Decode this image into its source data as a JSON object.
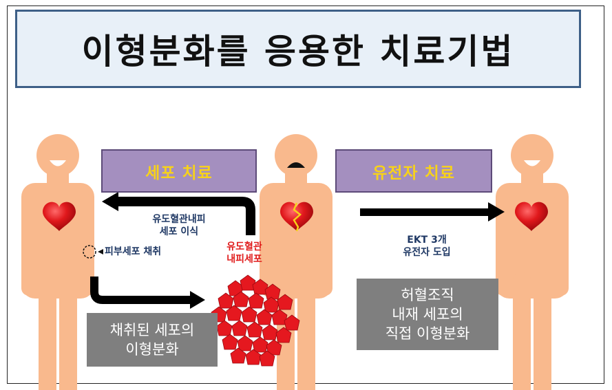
{
  "title": "이형분화를 응용한 치료기법",
  "cell_therapy": "세포 치료",
  "gene_therapy": "유전자 치료",
  "transplant_label": [
    "유도혈관내피",
    "세포 이식"
  ],
  "induced_cells_label": [
    "유도혈관",
    "내피세포"
  ],
  "skin_cell_label": "피부세포 채취",
  "ekt_label": [
    "EKT 3개",
    "유전자 도입"
  ],
  "left_box": [
    "채취된 세포의",
    "이형분화"
  ],
  "right_box": [
    "허혈조직",
    "내재 세포의",
    "직접 이형분화"
  ],
  "colors": {
    "skin": "#f9b98d",
    "heart": "#d6181b",
    "title_border": "#3d5f87",
    "purple": "#a48fbf",
    "label_yellow": "#f7d21a"
  }
}
